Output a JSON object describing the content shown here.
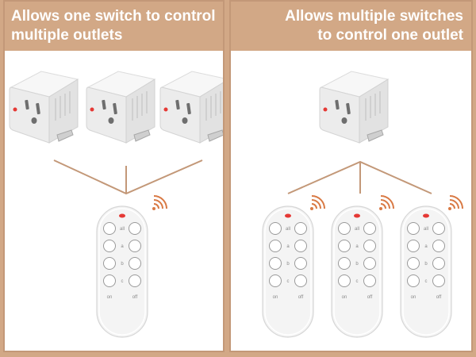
{
  "panels": {
    "left": {
      "title_line1": "Allows one switch to control",
      "title_line2": "multiple outlets"
    },
    "right": {
      "title_line1": "Allows multiple switches",
      "title_line2": "to control one outlet"
    }
  },
  "remote": {
    "all_label": "all",
    "a_label": "a",
    "b_label": "b",
    "c_label": "c",
    "on_label": "on",
    "off_label": "off"
  },
  "colors": {
    "header_bg": "#d2a886",
    "connector_line": "#c39878",
    "signal_icon": "#d97a45",
    "led": "#e53935"
  },
  "icons": [
    "outlet-plug-icon",
    "remote-control-icon",
    "wireless-signal-icon"
  ]
}
